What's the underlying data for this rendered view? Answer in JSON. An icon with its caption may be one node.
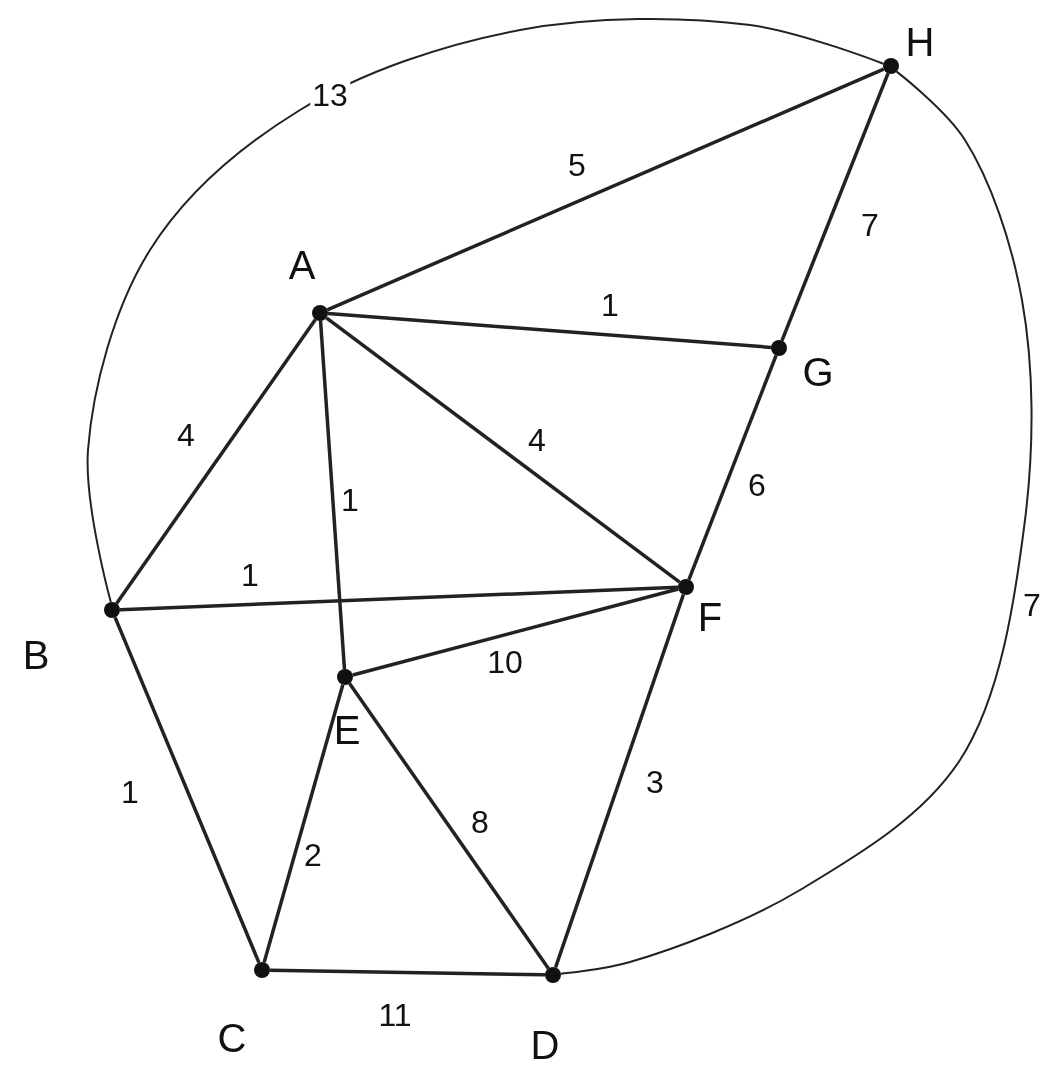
{
  "diagram": {
    "nodes": [
      {
        "text": [
          "A"
        ]
      },
      {
        "text": [
          "B"
        ]
      },
      {
        "text": [
          "C"
        ]
      },
      {
        "text": [
          "D"
        ]
      },
      {
        "text": [
          "E"
        ]
      },
      {
        "text": [
          "F"
        ]
      },
      {
        "text": [
          "G"
        ]
      },
      {
        "text": [
          "H"
        ]
      }
    ],
    "edges": [
      {
        "from": 0,
        "to": 7,
        "arrow": "none",
        "label": "5"
      },
      {
        "from": 1,
        "to": 7,
        "arrow": "none",
        "label": "13"
      },
      {
        "from": 0,
        "to": 6,
        "arrow": "none",
        "label": "1"
      },
      {
        "from": 6,
        "to": 7,
        "arrow": "none",
        "label": "7"
      },
      {
        "from": 0,
        "to": 1,
        "arrow": "none",
        "label": "4"
      },
      {
        "from": 0,
        "to": 4,
        "arrow": "none",
        "label": "1"
      },
      {
        "from": 0,
        "to": 5,
        "arrow": "none",
        "label": "4"
      },
      {
        "from": 6,
        "to": 5,
        "arrow": "none",
        "label": "6"
      },
      {
        "from": 1,
        "to": 5,
        "arrow": "none",
        "label": "1"
      },
      {
        "from": 4,
        "to": 5,
        "arrow": "none",
        "label": "10"
      },
      {
        "from": 1,
        "to": 2,
        "arrow": "none",
        "label": "1"
      },
      {
        "from": 4,
        "to": 2,
        "arrow": "none",
        "label": "2"
      },
      {
        "from": 4,
        "to": 3,
        "arrow": "none",
        "label": "8"
      },
      {
        "from": 5,
        "to": 3,
        "arrow": "none",
        "label": "3"
      },
      {
        "from": 2,
        "to": 3,
        "arrow": "none",
        "label": "11"
      },
      {
        "from": 7,
        "to": 3,
        "arrow": "none",
        "label": "7"
      }
    ]
  }
}
